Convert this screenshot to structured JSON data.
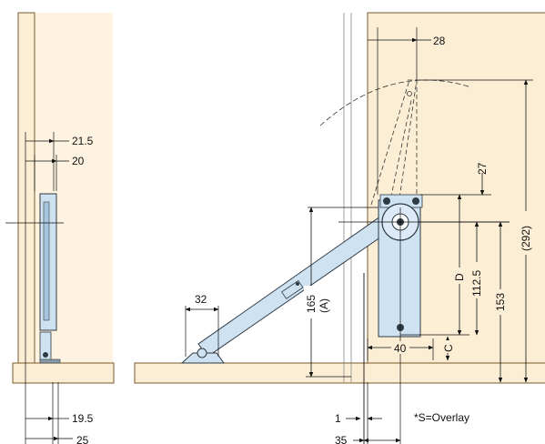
{
  "colors": {
    "wood": "#fbeed5",
    "wood_edge": "#7a5a2a",
    "metal": "#cfe2f2",
    "metal_edge": "#2e3a44",
    "line": "#1a1a1a"
  },
  "labels": {
    "d_21_5": "21.5",
    "d_20": "20",
    "d_19_5": "19.5",
    "d_25": "25",
    "d_28": "28",
    "d_27": "27",
    "d_292": "(292)",
    "d_153": "153",
    "d_112_5": "112.5",
    "d_D": "D",
    "d_C": "C",
    "d_40": "40",
    "d_165": "165",
    "d_A": "(A)",
    "d_32": "32",
    "d_1": "1",
    "d_35": "35",
    "note": "*S=Overlay"
  }
}
